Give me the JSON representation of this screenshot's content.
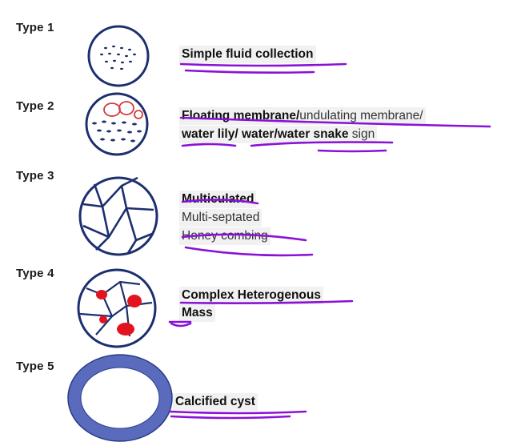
{
  "types": [
    {
      "label": "Type 1",
      "lines": [
        {
          "bold": "Simple fluid collection",
          "light": ""
        }
      ]
    },
    {
      "label": "Type 2",
      "lines": [
        {
          "bold": "Floating membrane/",
          "light": "undulating membrane/"
        },
        {
          "bold": "water lily/ water/water snake",
          "light": " sign"
        }
      ]
    },
    {
      "label": "Type 3",
      "lines": [
        {
          "bold": "Multiculated",
          "light": ""
        },
        {
          "bold": "",
          "light": "Multi-septated"
        },
        {
          "bold": "",
          "light": "Honey combing"
        }
      ]
    },
    {
      "label": "Type 4",
      "lines": [
        {
          "bold": "Complex Heterogenous",
          "light": ""
        },
        {
          "bold": "Mass",
          "light": ""
        }
      ]
    },
    {
      "label": "Type 5",
      "lines": [
        {
          "bold": "Calcified cyst",
          "light": ""
        }
      ]
    }
  ],
  "colors": {
    "outline": "#1c2f6e",
    "dots": "#1c2f6e",
    "membrane": "#d23b3b",
    "mass": "#e2141e",
    "calcified_ring": "#5a6bbd",
    "highlight": "#8a12d6"
  }
}
